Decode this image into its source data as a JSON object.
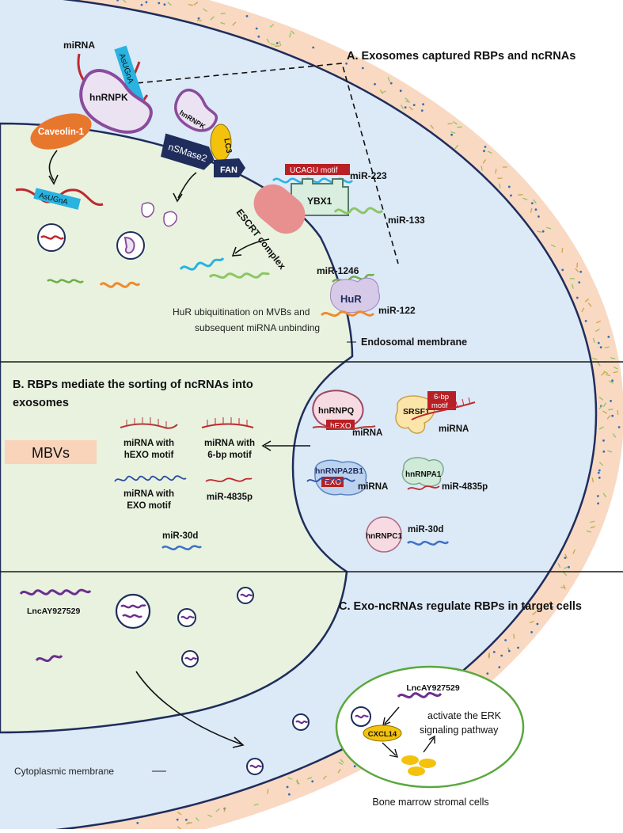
{
  "sections": {
    "a_title": "A. Exosomes captured RBPs and ncRNAs",
    "b_title_line1": "B. RBPs mediate the sorting of ncRNAs into",
    "b_title_line2": "exosomes",
    "c_title": "C. Exo-ncRNAs regulate RBPs in target cells"
  },
  "panel_a": {
    "mirna": "miRNA",
    "asugna_top": "AsUGnA",
    "hnrnpk_big": "hnRNPK",
    "caveolin": "Caveolin-1",
    "hnrnpk_small": "hnRNPK",
    "lc3": "LC3",
    "nsmase2": "nSMase2",
    "fan": "FAN",
    "asugna_free": "AsUGnA",
    "ucagu": "UCAGU motif",
    "mir223": "miR-223",
    "ybx1": "YBX1",
    "mir133": "miR-133",
    "escrt": "ESCRT complex",
    "mir1246": "miR-1246",
    "hur": "HuR",
    "mir122": "miR-122",
    "hur_note_1": "HuR ubiquitination on MVBs and",
    "hur_note_2": "subsequent miRNA unbinding",
    "endosomal": "Endosomal membrane"
  },
  "panel_b": {
    "mbvs": "MBVs",
    "hexo_1": "miRNA with",
    "hexo_2": "hEXO motif",
    "sixbp_1": "miRNA with",
    "sixbp_2": "6-bp motif",
    "exo_1": "miRNA with",
    "exo_2": "EXO motif",
    "mir4835_left": "miR-4835p",
    "mir30d_left": "miR-30d",
    "hnrnpq": "hnRNPQ",
    "hexo_tag": "hEXO",
    "mirna_q": "miRNA",
    "srsf1": "SRSF1",
    "sixbp_tag_1": "6-bp",
    "sixbp_tag_2": "motif",
    "mirna_s": "miRNA",
    "hnrnpa2b1": "hnRNPA2B1",
    "exo_tag": "EXO",
    "mirna_a2": "miRNA",
    "hnrnpa1": "hnRNPA1",
    "mir4835_right": "miR-4835p",
    "hnrnpc1": "hnRNPC1",
    "mir30d_right": "miR-30d"
  },
  "panel_c": {
    "lnc_left": "LncAY927529",
    "lnc_target": "LncAY927529",
    "cxcl14": "CXCL14",
    "erk_1": "activate the ERK",
    "erk_2": "signaling pathway",
    "bmsc": "Bone marrow stromal cells",
    "cytoplasmic": "Cytoplasmic membrane"
  },
  "colors": {
    "outer_peach": "#f9d9c2",
    "cyto_blue": "#dce9f7",
    "endo_green": "#e8f2df",
    "membrane_navy": "#1f2d5c",
    "rna_red": "#c0282e",
    "rna_cyan": "#29b3e0",
    "rna_green": "#8cc665",
    "rna_orange": "#f08a2a",
    "rna_purple": "#6b2f8f",
    "rna_blue": "#3d72c4"
  }
}
